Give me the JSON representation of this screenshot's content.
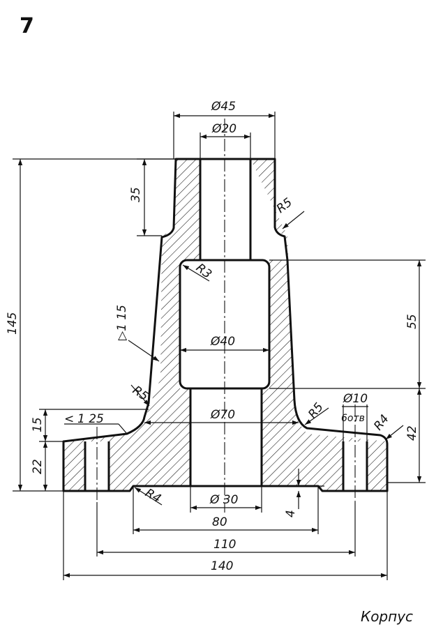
{
  "figure_number": "7",
  "caption": "Корпус",
  "dimensions": {
    "d45": "Ø45",
    "d20": "Ø20",
    "len35": "35",
    "r5_top": "R5",
    "r3": "R3",
    "taper_top": "▷1 15",
    "len145": "145",
    "len55": "55",
    "d40": "Ø40",
    "r5_left": "R5",
    "d70": "Ø70",
    "r5_right": "R5",
    "d10": "Ø10",
    "holes": "6отв",
    "r4_right": "R4",
    "len42": "42",
    "len15": "15",
    "taper_flange": "1 25",
    "len22": "22",
    "r4_bottom": "R4",
    "d30": "Ø 30",
    "len4": "4",
    "len80": "80",
    "len110": "110",
    "len140": "140"
  },
  "colors": {
    "ink": "#111111",
    "paper": "#ffffff"
  }
}
